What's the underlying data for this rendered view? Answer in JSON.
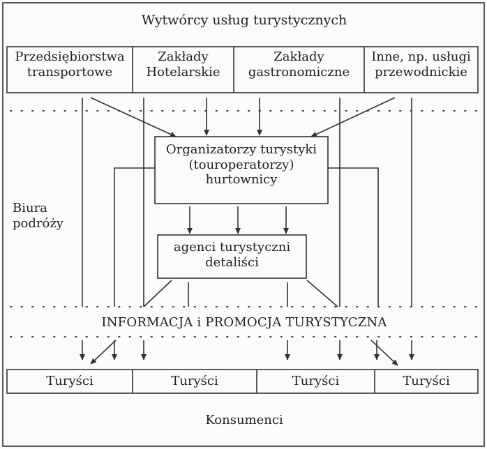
{
  "title": "Wytwórcy usług turystycznych",
  "producers": [
    {
      "line1": "Przedsiębiorstwa",
      "line2": "transportowe"
    },
    {
      "line1": "Zakłady",
      "line2": "Hotelarskie"
    },
    {
      "line1": "Zakłady",
      "line2": "gastronomiczne"
    },
    {
      "line1": "Inne, np. usługi",
      "line2": "przewodnickie"
    }
  ],
  "organizers": {
    "line1": "Organizatorzy turystyki",
    "line2": "(touroperatorzy)",
    "line3": "hurtownicy"
  },
  "agents": {
    "line1": "agenci turystyczni",
    "line2": "detaliści"
  },
  "side_label": {
    "line1": "Biura",
    "line2": "podróży"
  },
  "info_label": "INFORMACJA i PROMOCJA TURYSTYCZNA",
  "tourists": [
    "Turyści",
    "Turyści",
    "Turyści",
    "Turyści"
  ],
  "consumers": "Konsumenci"
}
